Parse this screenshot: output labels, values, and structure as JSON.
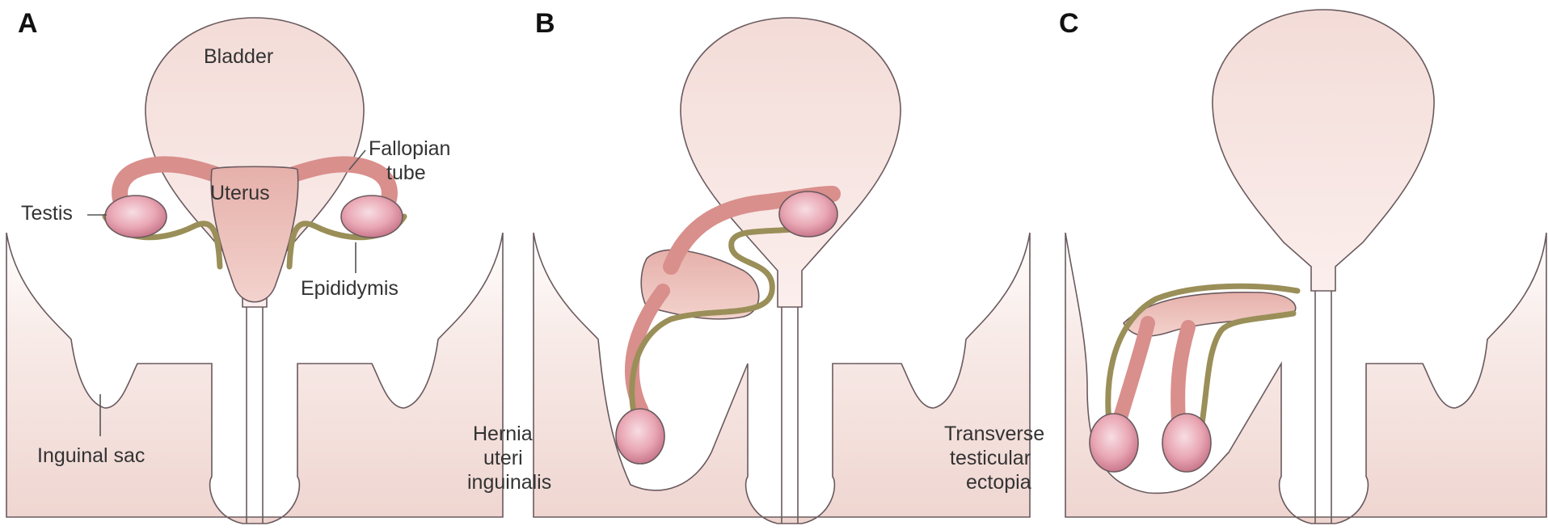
{
  "panels": [
    {
      "letter": "A",
      "labels": {
        "bladder": "Bladder",
        "uterus": "Uterus",
        "fallopian_tube": [
          "Fallopian",
          "tube"
        ],
        "testis": "Testis",
        "epididymis": "Epididymis",
        "inguinal_sac": "Inguinal sac"
      }
    },
    {
      "letter": "B",
      "labels": {
        "condition": [
          "Hernia",
          "uteri",
          "inguinalis"
        ]
      }
    },
    {
      "letter": "C",
      "labels": {
        "condition": [
          "Transverse",
          "testicular",
          "ectopia"
        ]
      }
    }
  ],
  "colors": {
    "tissue": "#f3e0dd",
    "bladder": "#eccbc6",
    "uterus": "#e8b5ae",
    "tube": "#d98f8c",
    "testis": "#e8a6b3",
    "epididymis": "#9a8f58",
    "outline": "#6a5a5e"
  }
}
